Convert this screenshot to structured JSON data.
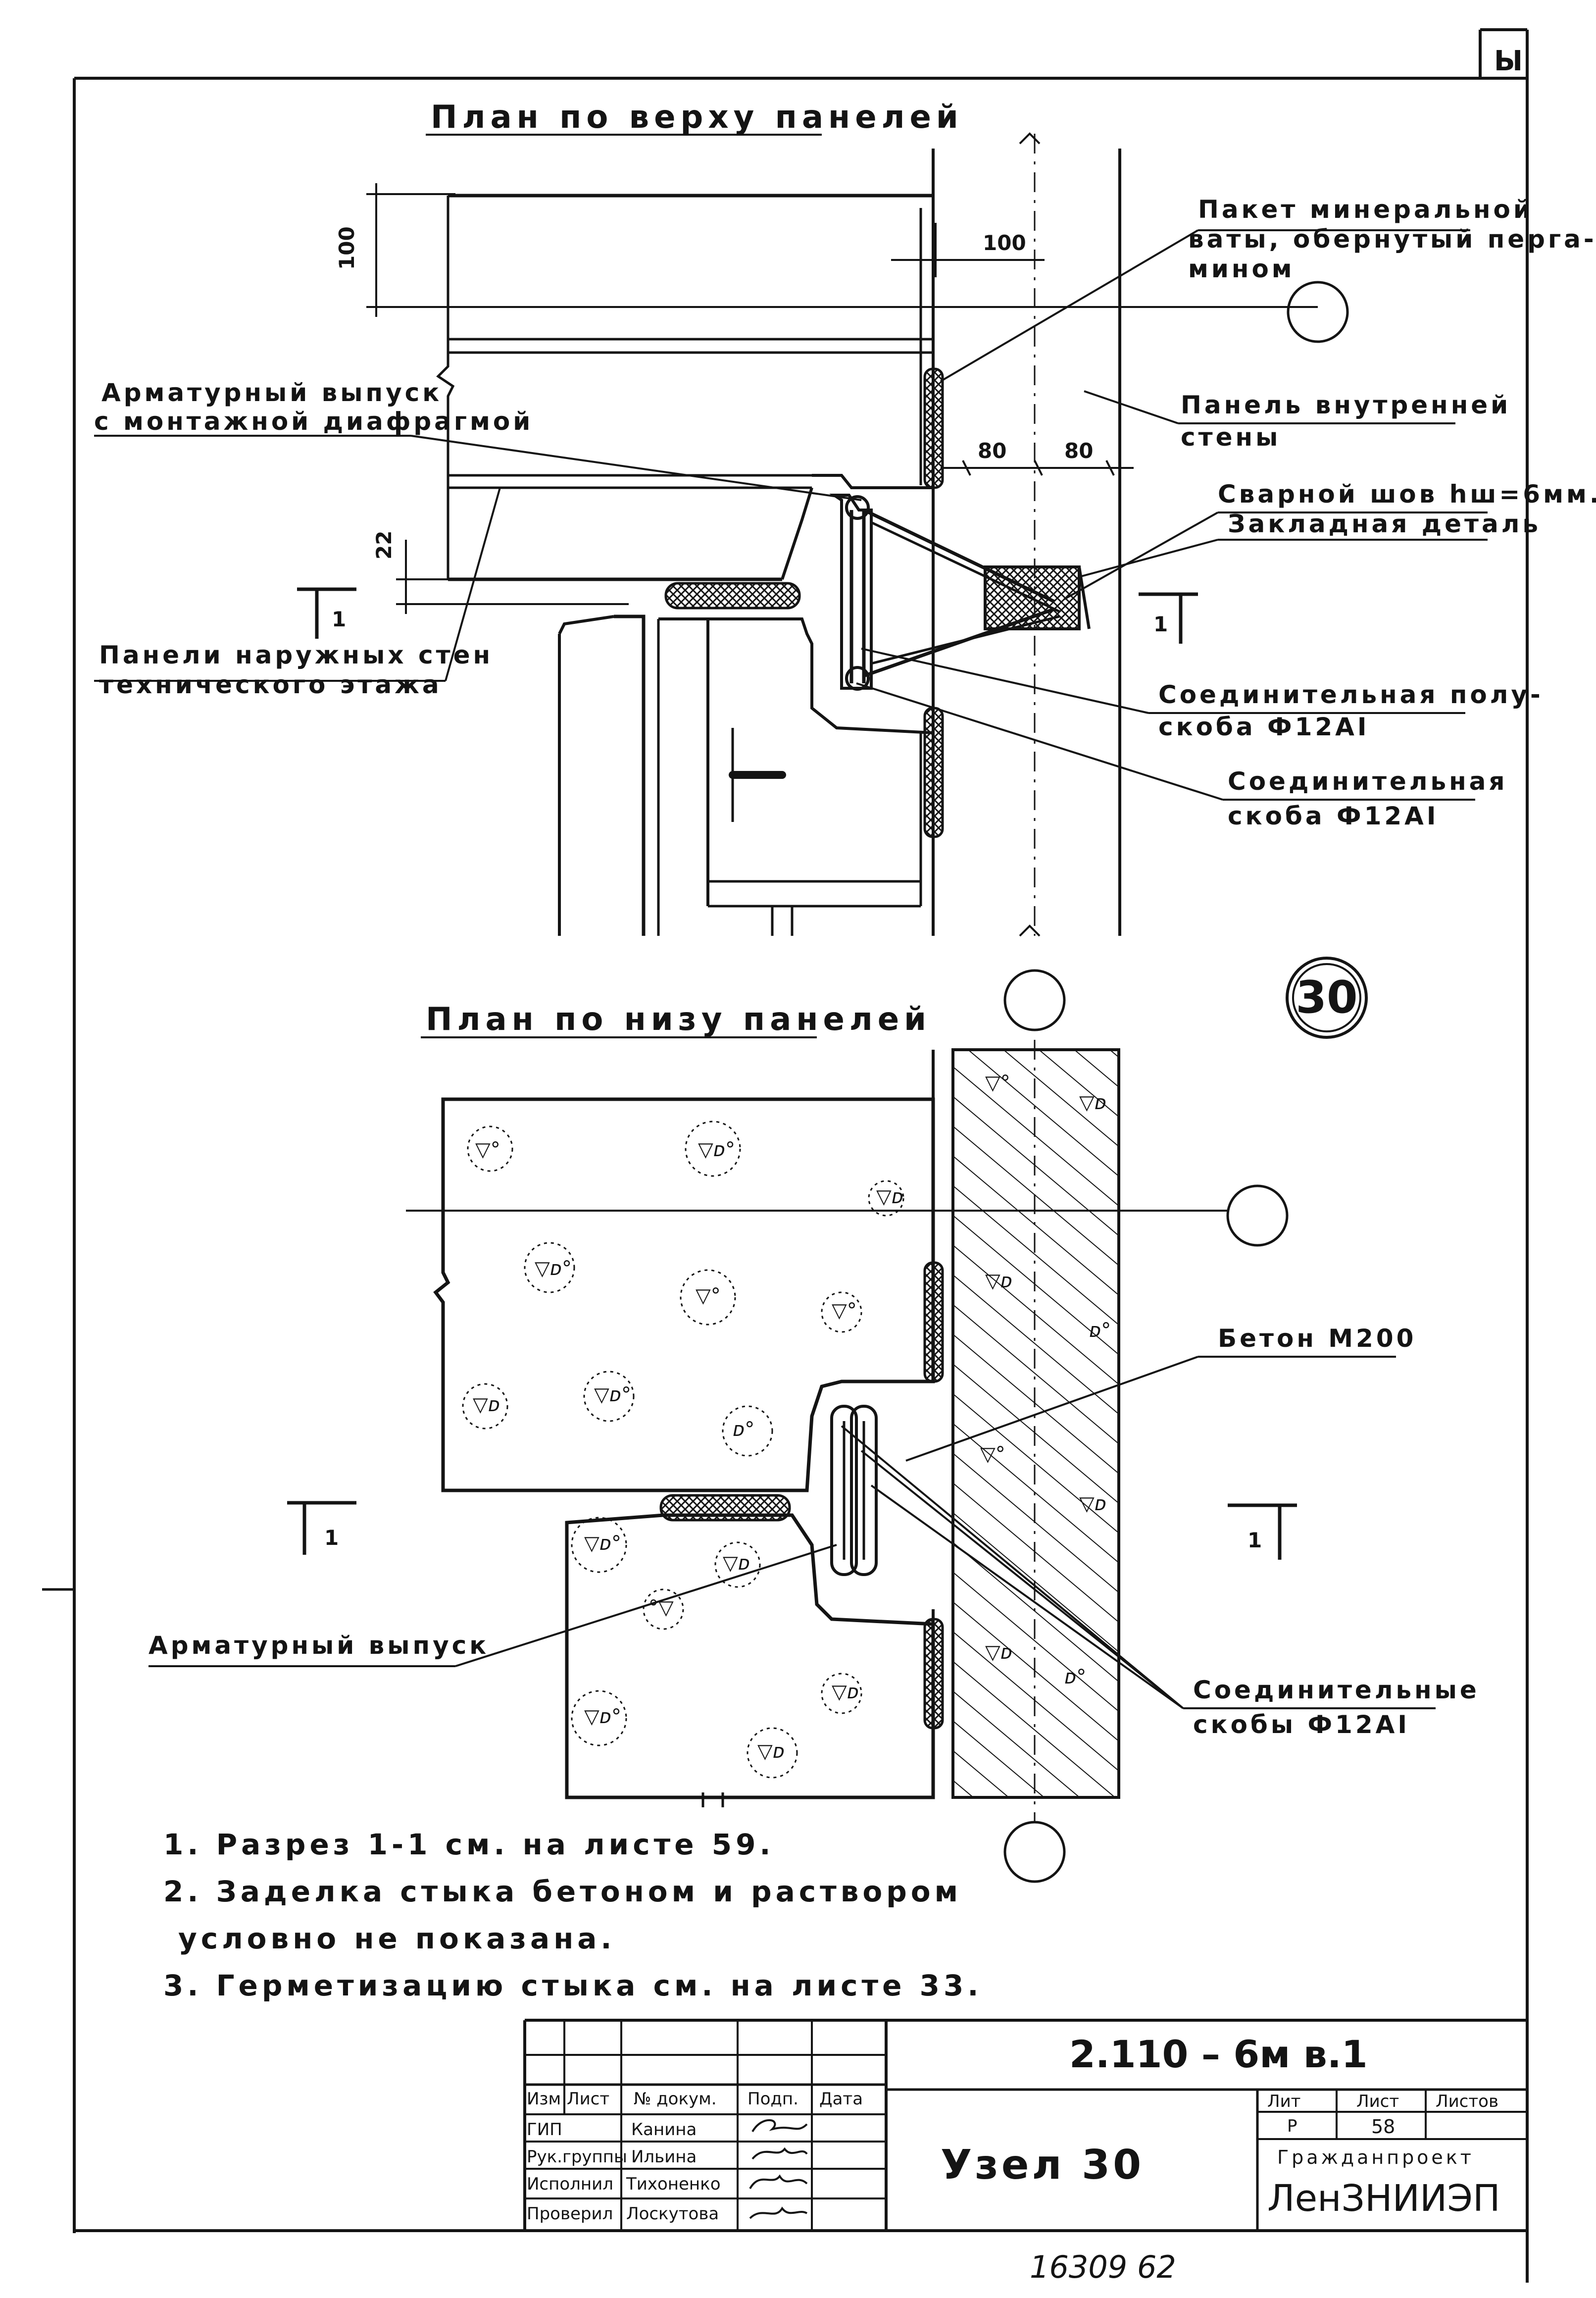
{
  "sheet_mark": "Ы",
  "top_plan": {
    "title": "План по верху панелей",
    "dimensions": {
      "d100_vertical": "100",
      "d22": "22",
      "d100_horizontal": "100",
      "d80_left": "80",
      "d80_right": "80"
    },
    "callouts": {
      "mineral_wool": [
        "Пакет минеральной",
        "ваты, обернутый перга-",
        "мином"
      ],
      "inner_wall_panel": [
        "Панель внутренней",
        "стены"
      ],
      "weld": "Сварной шов hш=6мм.",
      "embedded_part": "Закладная деталь",
      "rebar_outlet": [
        "Арматурный выпуск",
        "с монтажной диафрагмой"
      ],
      "outer_panels": [
        "Панели наружных стен",
        "технического этажа"
      ],
      "half_bracket": [
        "Соединительная полу-",
        "скоба Ф12АI"
      ],
      "bracket": [
        "Соединительная",
        "скоба Ф12АI"
      ]
    },
    "section_marks": [
      "1",
      "1"
    ]
  },
  "node_number": "30",
  "bottom_plan": {
    "title": "План по низу панелей",
    "callouts": {
      "concrete": "Бетон М200",
      "rebar_outlet": "Арматурный выпуск",
      "brackets": [
        "Соединительные",
        "скобы Ф12АI"
      ]
    },
    "section_marks": [
      "1",
      "1"
    ]
  },
  "notes": [
    "1. Разрез 1-1 см. на листе 59.",
    "2. Заделка стыка бетоном и раствором",
    "условно не показана.",
    "3. Герметизацию стыка см. на листе 33."
  ],
  "title_block": {
    "document_code": "2.110 – 6м  в.1",
    "sheet_title": "Узел 30",
    "header_cols": [
      "Изм",
      "Лист",
      "№ докум.",
      "Подп.",
      "Дата"
    ],
    "rows": [
      {
        "role": "ГИП",
        "name": "Канина"
      },
      {
        "role": "Рук.группы",
        "name": "Ильина"
      },
      {
        "role": "Исполнил",
        "name": "Тихоненко"
      },
      {
        "role": "Проверил",
        "name": "Лоскутова"
      }
    ],
    "stage_label": "Лит",
    "sheet_label": "Лист",
    "sheets_label": "Листов",
    "stage_value": "Р",
    "sheet_value": "58",
    "organization_top": "Гражданпроект",
    "organization": "ЛенЗНИИЭП"
  },
  "footer_number": "16309   62"
}
